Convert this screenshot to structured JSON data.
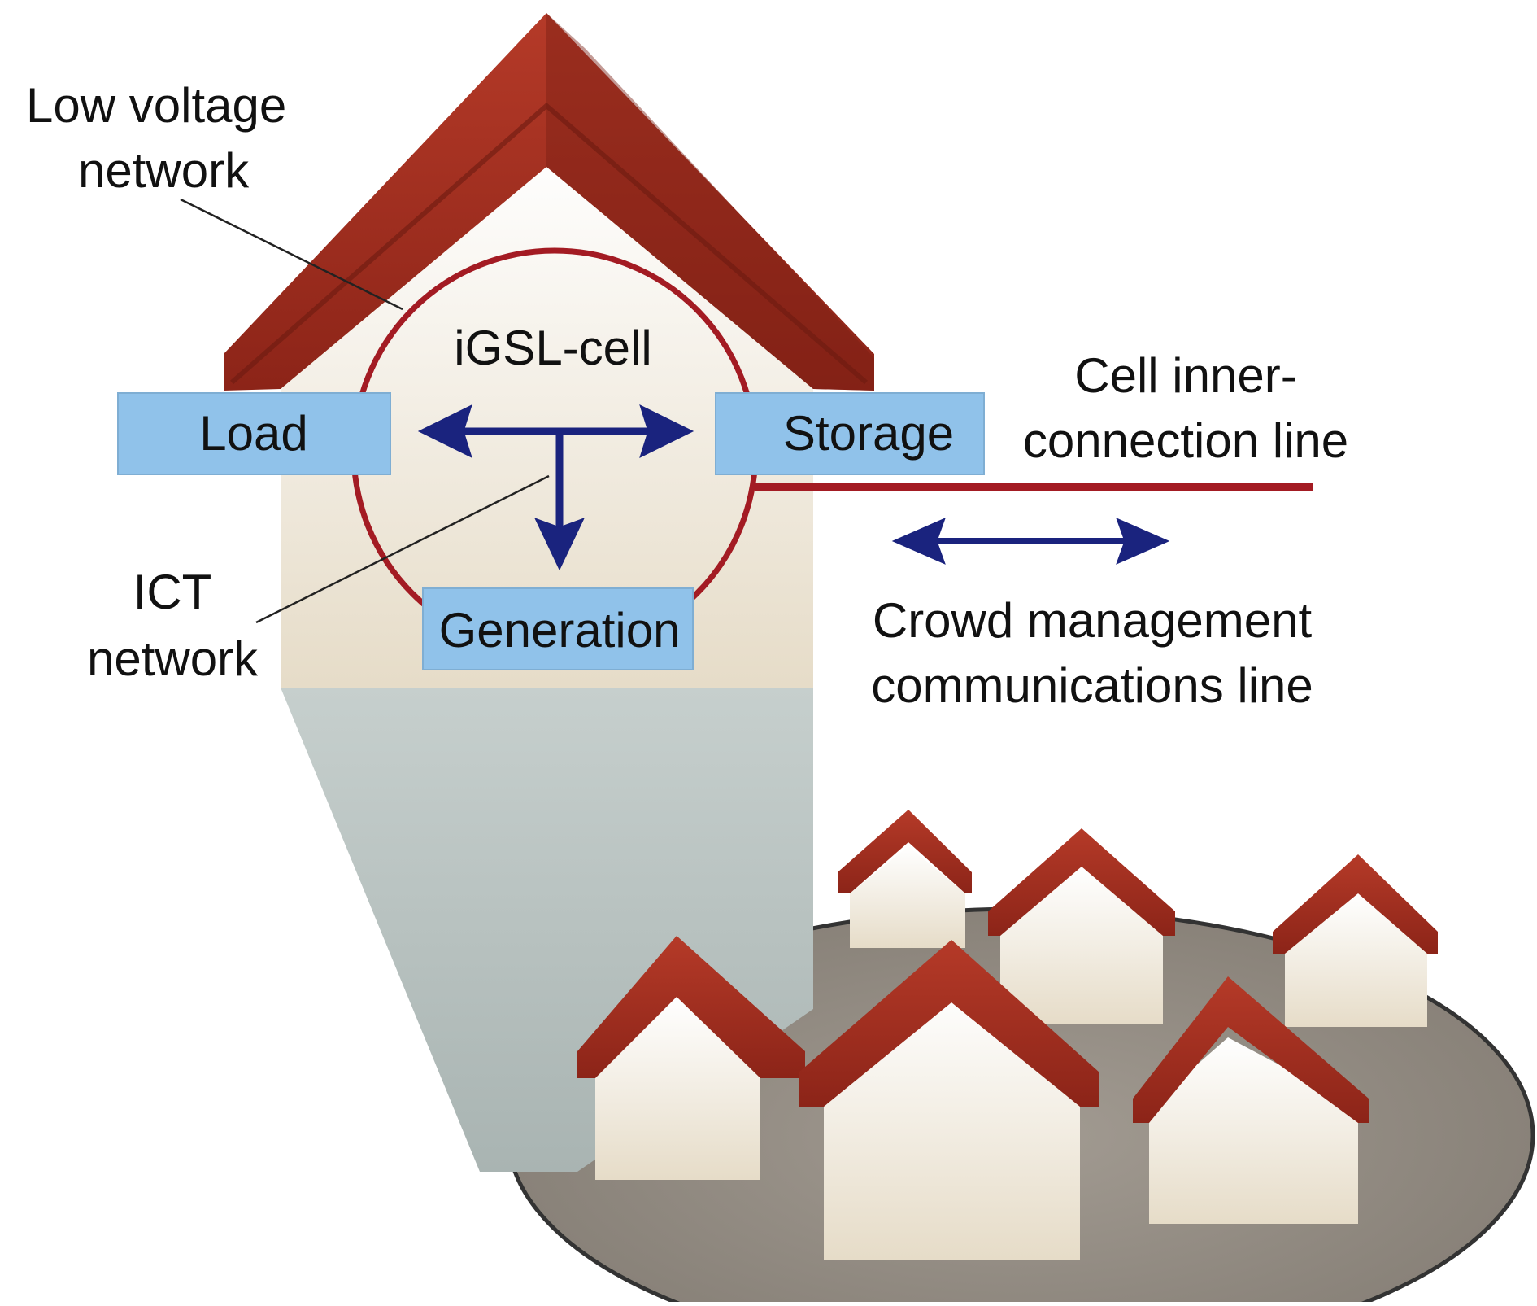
{
  "labels": {
    "low_voltage_line1": "Low voltage",
    "low_voltage_line2": "network",
    "igsl_cell": "iGSL-cell",
    "load": "Load",
    "storage": "Storage",
    "generation": "Generation",
    "ict_line1": "ICT",
    "ict_line2": "network",
    "cell_inner_line1": "Cell inner-",
    "cell_inner_line2": "connection line",
    "crowd_line1": "Crowd management",
    "crowd_line2": "communications line"
  },
  "colors": {
    "roof": "#a33222",
    "roof_dark": "#7a1f14",
    "wall": "#f1ebdf",
    "box_fill": "#90c2ea",
    "arrow": "#1a237e",
    "cell_ring": "#a31b23",
    "zoom_beam": "#b9c3c2",
    "platform": "#928b82"
  }
}
